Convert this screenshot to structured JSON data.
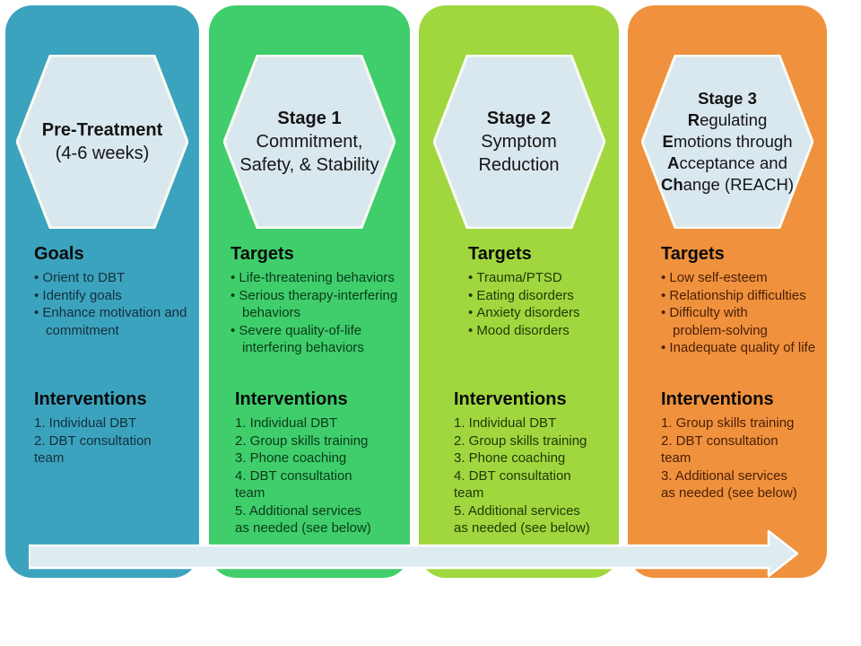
{
  "page": {
    "background": "#ffffff"
  },
  "hex_style": {
    "fill": "#D9E8EE",
    "stroke": "#FAFBF3",
    "text_color": "#151515"
  },
  "arrow": {
    "fill": "#DEEBF1",
    "outline": "#FFFFFF"
  },
  "columns": [
    {
      "name": "pre-treatment",
      "bg": "#3CA3BE",
      "body_color": "#12303C",
      "heading_color": "#0A0A0A",
      "hex": {
        "title": "Pre-Treatment",
        "subtitle_segments": [
          {
            "t": "(4-6 weeks)"
          }
        ]
      },
      "sections": [
        {
          "title": "Goals",
          "type": "bullets",
          "items": [
            "Orient to DBT",
            "Identify goals",
            "Enhance motivation and\ncommitment"
          ]
        },
        {
          "title": "Interventions",
          "type": "numbered",
          "items": [
            "1. Individual DBT",
            "2. DBT consultation\nteam"
          ]
        }
      ]
    },
    {
      "name": "stage-1",
      "bg": "#3FCE6B",
      "body_color": "#0B3A1A",
      "heading_color": "#0A0A0A",
      "hex": {
        "title": "Stage 1",
        "subtitle_segments": [
          {
            "t": "Commitment,\nSafety, & Stability"
          }
        ]
      },
      "sections": [
        {
          "title": "Targets",
          "type": "bullets",
          "items": [
            "Life-threatening behaviors",
            "Serious therapy-interfering\nbehaviors",
            "Severe quality-of-life\ninterfering behaviors"
          ]
        },
        {
          "title": "Interventions",
          "type": "numbered",
          "items": [
            "1. Individual DBT",
            "2. Group skills training",
            "3. Phone coaching",
            "4. DBT consultation\nteam",
            "5. Additional services\nas needed (see below)"
          ]
        }
      ]
    },
    {
      "name": "stage-2",
      "bg": "#A0D73F",
      "body_color": "#203A06",
      "heading_color": "#0A0A0A",
      "hex": {
        "title": "Stage 2",
        "subtitle_segments": [
          {
            "t": "Symptom\nReduction"
          }
        ]
      },
      "sections": [
        {
          "title": "Targets",
          "type": "bullets",
          "items": [
            "Trauma/PTSD",
            "Eating disorders",
            "Anxiety disorders",
            "Mood disorders"
          ]
        },
        {
          "title": "Interventions",
          "type": "numbered",
          "items": [
            "1. Individual DBT",
            "2. Group skills training",
            "3. Phone coaching",
            "4. DBT consultation\nteam",
            "5. Additional services\nas needed (see below)"
          ]
        }
      ]
    },
    {
      "name": "stage-3",
      "bg": "#F0913D",
      "body_color": "#4A2007",
      "heading_color": "#0A0A0A",
      "hex": {
        "title": "Stage 3",
        "subtitle_segments": [
          {
            "t": "R",
            "b": true
          },
          {
            "t": "egulating\n"
          },
          {
            "t": "E",
            "b": true
          },
          {
            "t": "motions through\n"
          },
          {
            "t": "A",
            "b": true
          },
          {
            "t": "cceptance and\n"
          },
          {
            "t": "Ch",
            "b": true
          },
          {
            "t": "ange (REACH)"
          }
        ]
      },
      "sections": [
        {
          "title": "Targets",
          "type": "bullets",
          "items": [
            "Low self-esteem",
            "Relationship difficulties",
            "Difficulty with\nproblem-solving",
            "Inadequate quality of life"
          ]
        },
        {
          "title": "Interventions",
          "type": "numbered",
          "items": [
            "1. Group skills training",
            "2. DBT consultation\nteam",
            "3. Additional services\nas needed (see below)"
          ]
        }
      ]
    }
  ]
}
